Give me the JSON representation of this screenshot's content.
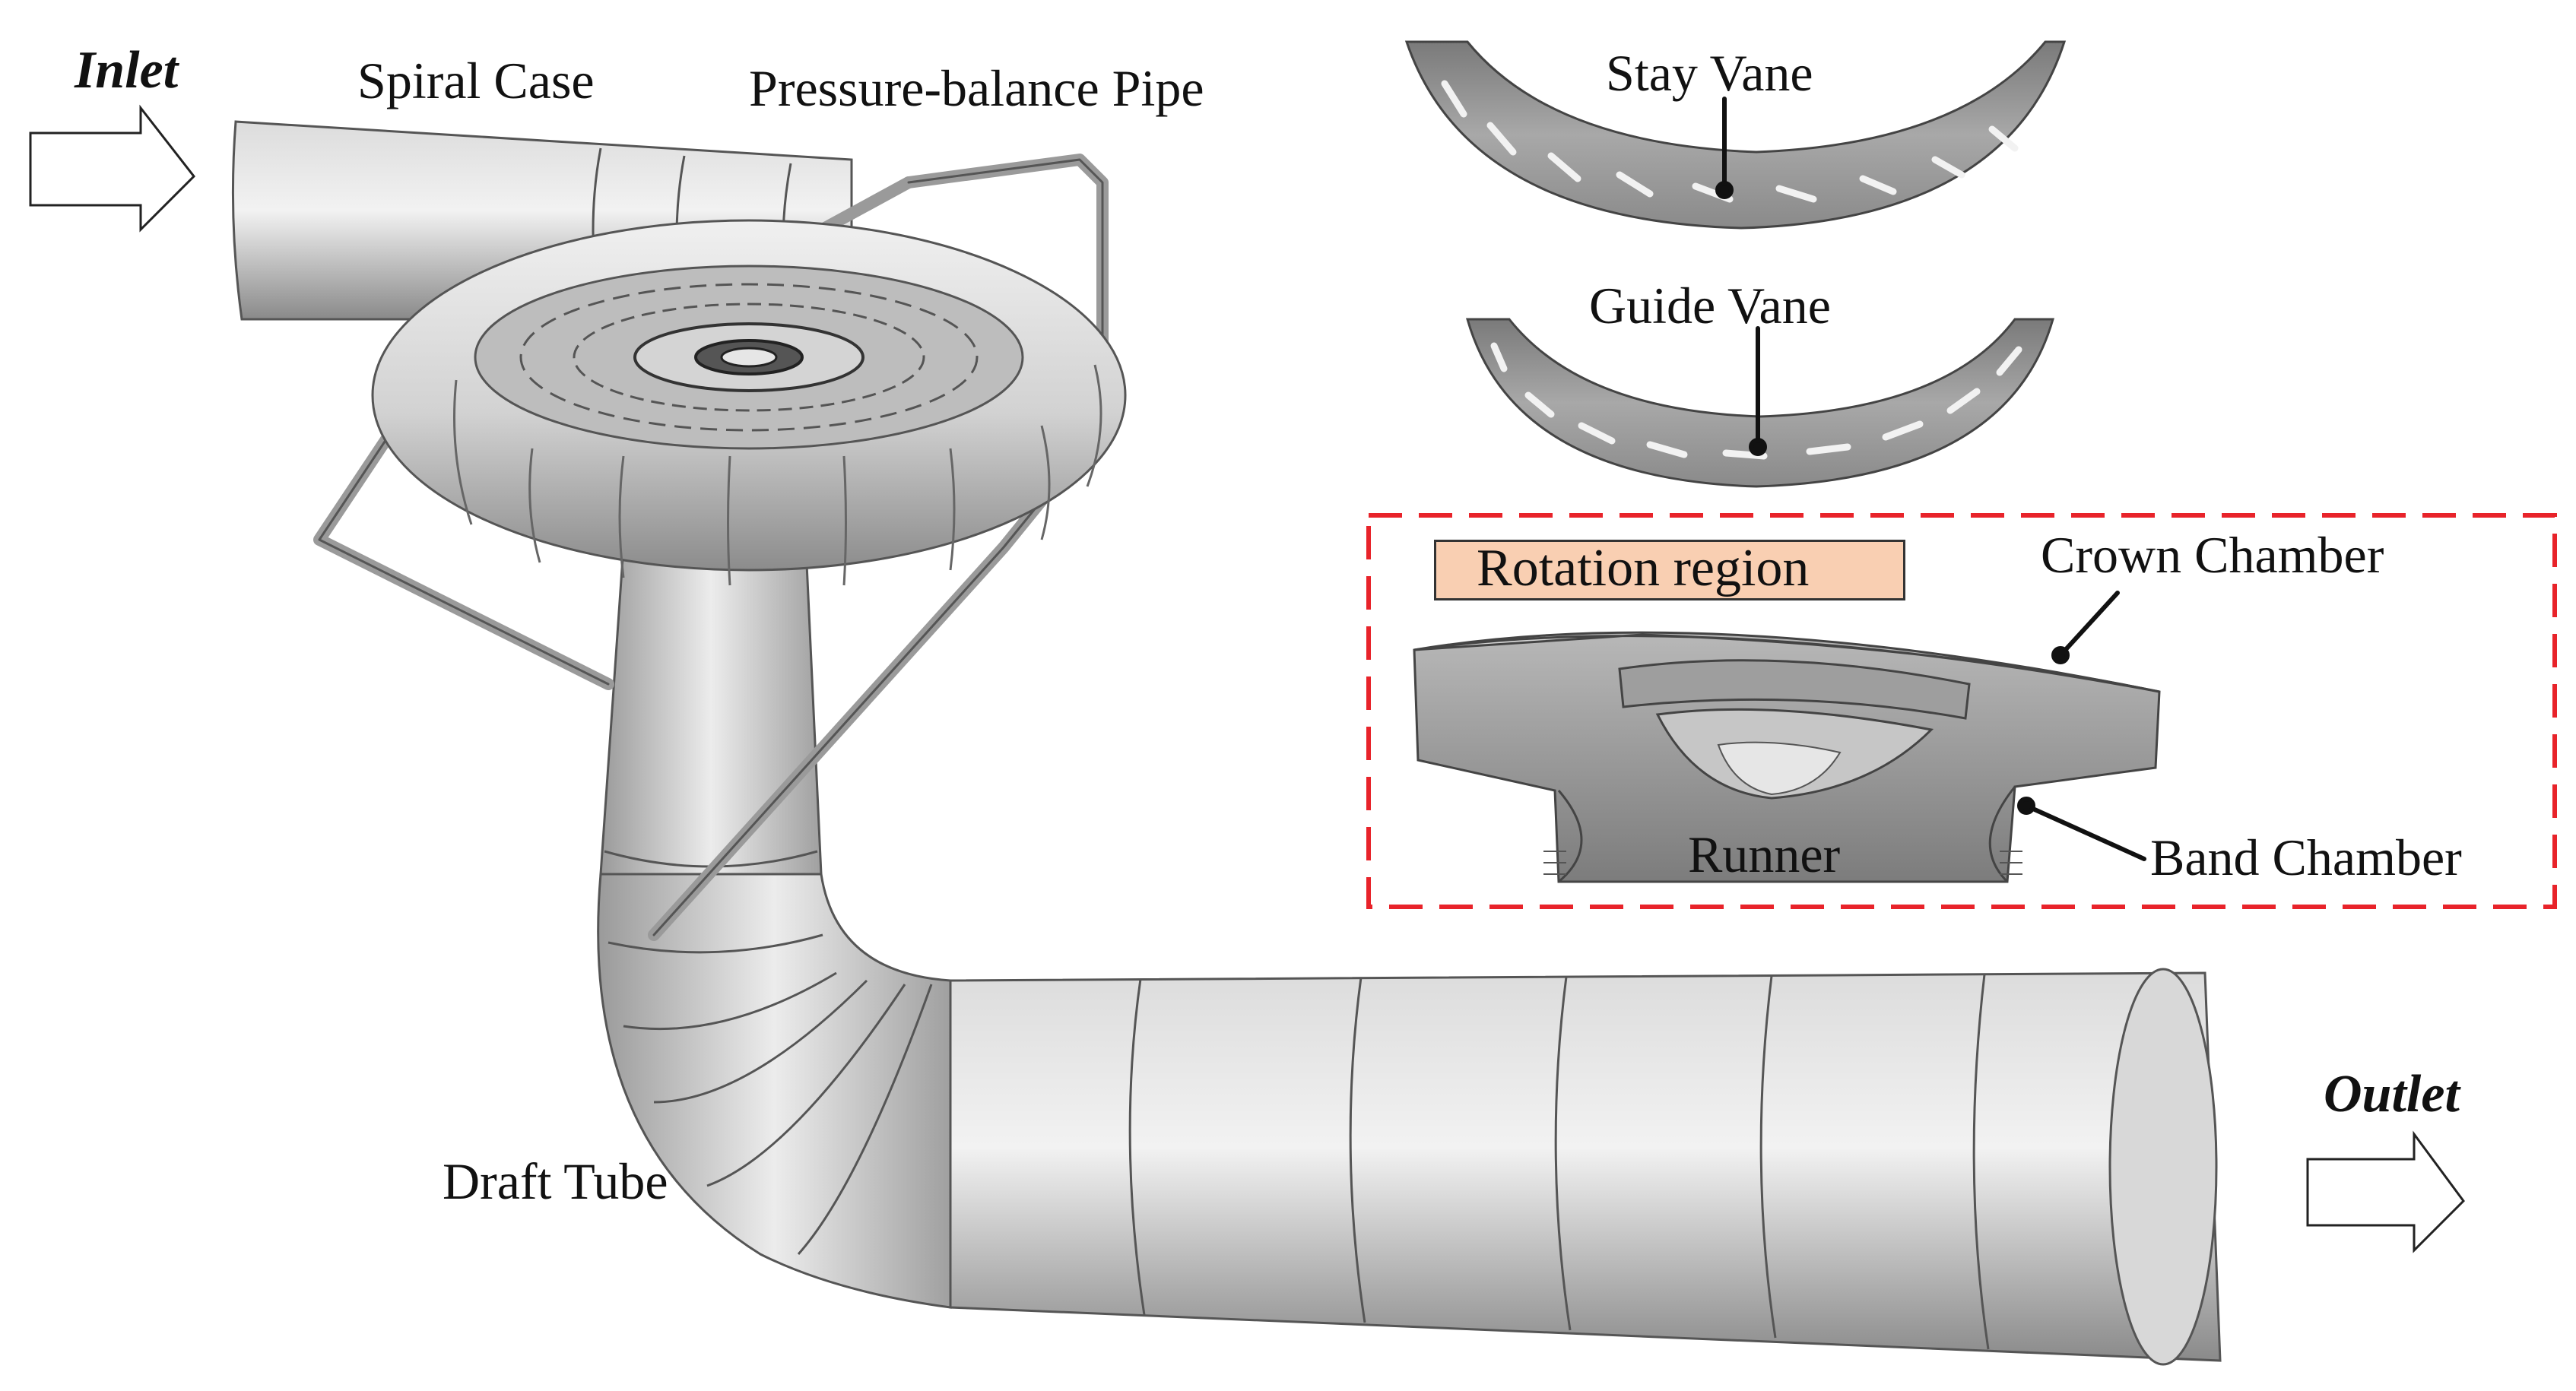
{
  "labels": {
    "inlet": "Inlet",
    "outlet": "Outlet",
    "spiral_case": "Spiral Case",
    "pressure_balance_pipe": "Pressure-balance Pipe",
    "stay_vane": "Stay Vane",
    "guide_vane": "Guide Vane",
    "rotation_region": "Rotation region",
    "crown_chamber": "Crown Chamber",
    "runner": "Runner",
    "band_chamber": "Band Chamber",
    "draft_tube": "Draft Tube"
  },
  "colors": {
    "metal_light": "#e2e2e2",
    "metal_mid": "#b4b4b4",
    "metal_dark": "#6e6e6e",
    "dashed_box": "#e8232a",
    "rotation_label_fill": "#f9cfb2"
  }
}
